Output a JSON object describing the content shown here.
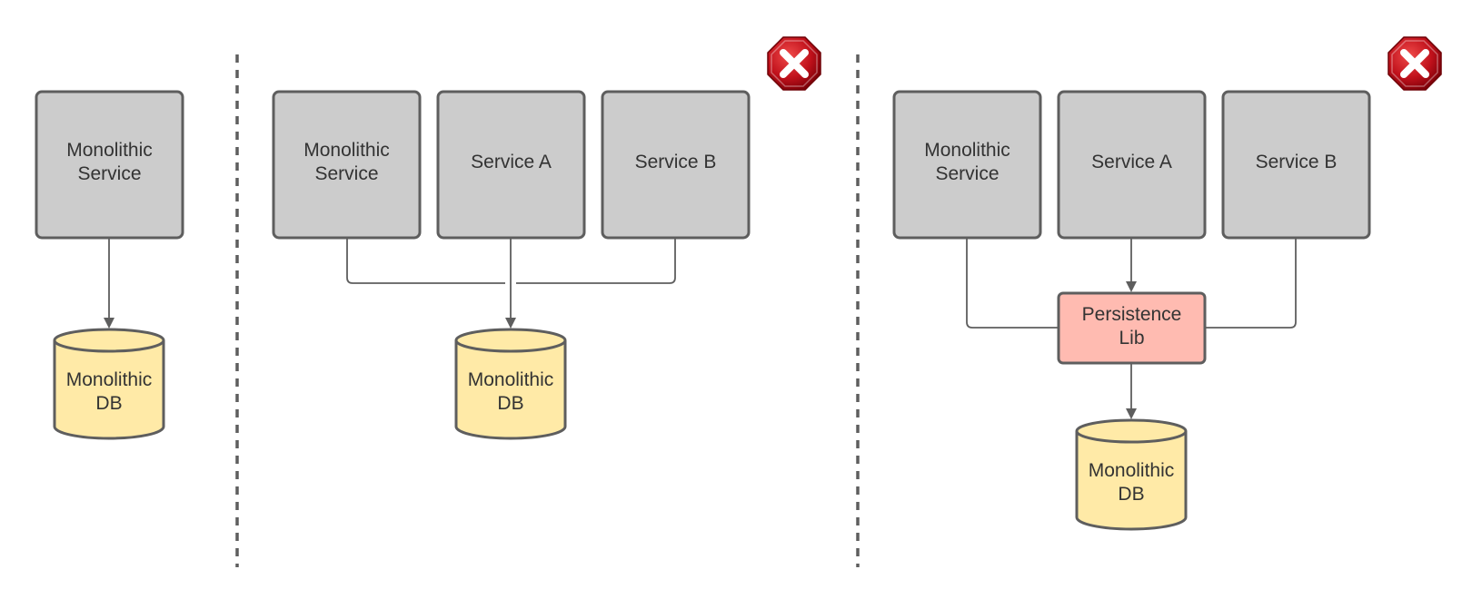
{
  "colors": {
    "service_fill": "#cccccc",
    "database_fill": "#ffeaa7",
    "library_fill": "#ffbbb1",
    "stroke": "#5e5e5e",
    "reject_icon": "#c0111b"
  },
  "panels": [
    {
      "services": [
        {
          "line1": "Monolithic",
          "line2": "Service"
        }
      ],
      "database": {
        "line1": "Monolithic",
        "line2": "DB"
      },
      "rejected": false
    },
    {
      "services": [
        {
          "line1": "Monolithic",
          "line2": "Service"
        },
        {
          "line1": "Service A"
        },
        {
          "line1": "Service B"
        }
      ],
      "database": {
        "line1": "Monolithic",
        "line2": "DB"
      },
      "rejected": true,
      "reject_icon": "close-icon"
    },
    {
      "services": [
        {
          "line1": "Monolithic",
          "line2": "Service"
        },
        {
          "line1": "Service A"
        },
        {
          "line1": "Service B"
        }
      ],
      "library": {
        "line1": "Persistence",
        "line2": "Lib"
      },
      "database": {
        "line1": "Monolithic",
        "line2": "DB"
      },
      "rejected": true,
      "reject_icon": "close-icon"
    }
  ]
}
